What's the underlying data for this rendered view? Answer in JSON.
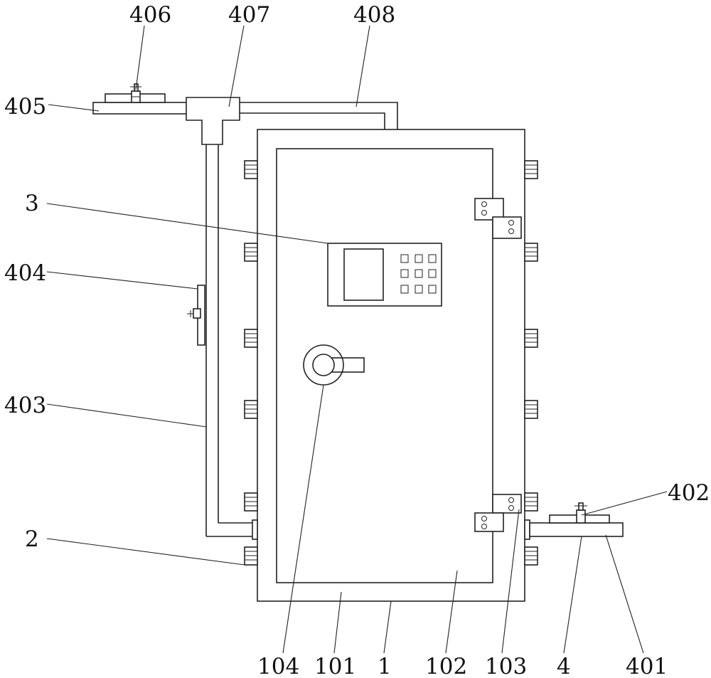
{
  "labels": {
    "l406": "406",
    "l407": "407",
    "l408": "408",
    "l405": "405",
    "l3": "3",
    "l404": "404",
    "l403": "403",
    "l2": "2",
    "l402": "402",
    "l104": "104",
    "l101": "101",
    "l1": "1",
    "l102": "102",
    "l103": "103",
    "l4": "4",
    "l401": "401"
  }
}
